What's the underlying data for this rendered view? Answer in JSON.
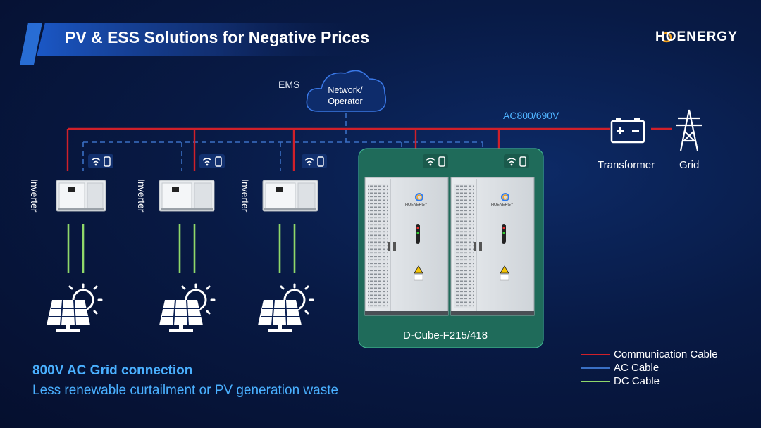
{
  "header": {
    "title": "PV & ESS Solutions for Negative Prices",
    "logo_text": "HOENERGY"
  },
  "diagram": {
    "ems_label": "EMS",
    "network_label_line1": "Network/",
    "network_label_line2": "Operator",
    "ac_bus_label": "AC800/690V",
    "transformer_label": "Transformer",
    "grid_label": "Grid",
    "inverter_labels": [
      "Inverter",
      "Inverter",
      "Inverter"
    ],
    "product_label": "D-Cube-F215/418",
    "cabinet_brand": "HOENERGY"
  },
  "footer": {
    "headline": "800V AC Grid connection",
    "subline": "Less renewable curtailment or PV generation waste"
  },
  "legend": [
    {
      "label": "Communication Cable",
      "color": "#d0202a"
    },
    {
      "label": "AC Cable",
      "color": "#3a6fc4"
    },
    {
      "label": "DC Cable",
      "color": "#8fd86a"
    }
  ],
  "colors": {
    "ac_cable": "#d0202a",
    "comm_cable": "#3a6fc4",
    "dc_cable": "#8fd86a",
    "accent": "#4ab0ff",
    "ess_panel": "#1f6b5a"
  }
}
